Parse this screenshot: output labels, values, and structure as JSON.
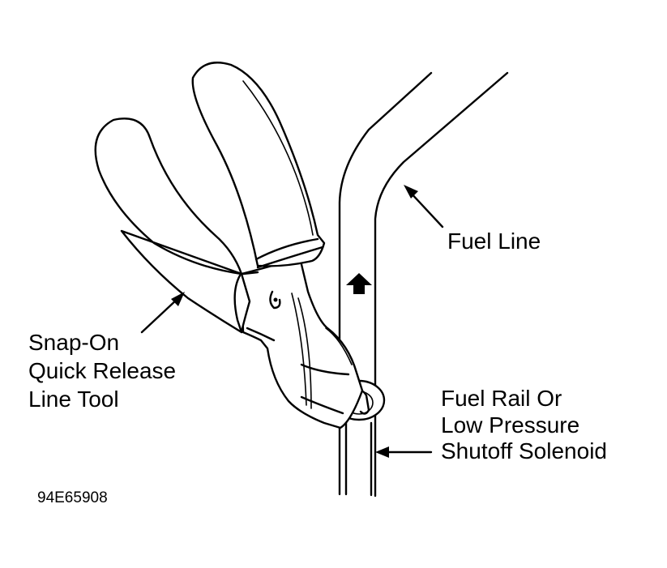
{
  "labels": {
    "fuel_line": "Fuel Line",
    "tool": [
      "Snap-On",
      "Quick Release",
      "Line Tool"
    ],
    "fuel_rail": [
      "Fuel Rail Or",
      "Low Pressure",
      "Shutoff Solenoid"
    ],
    "figure_id": "94E65908"
  },
  "colors": {
    "line": "#000000",
    "background": "#ffffff"
  }
}
